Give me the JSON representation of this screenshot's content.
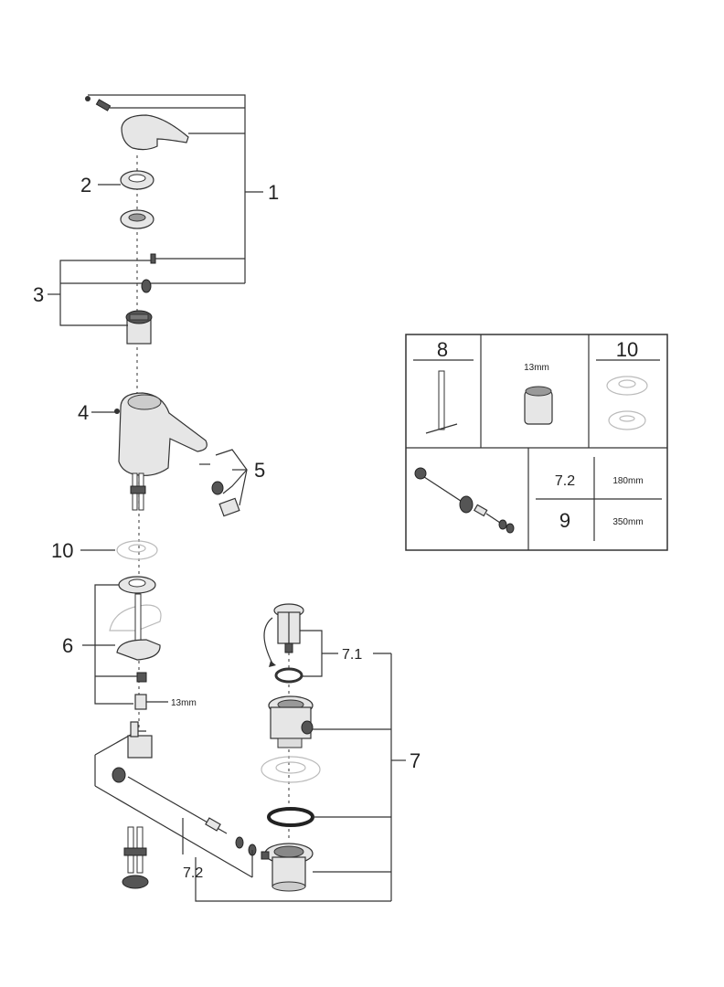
{
  "labels": {
    "l1": "1",
    "l2": "2",
    "l3": "3",
    "l4": "4",
    "l5": "5",
    "l6": "6",
    "l7": "7",
    "l71": "7.1",
    "l72": "7.2",
    "l10": "10",
    "nut13": "13mm"
  },
  "inset": {
    "c8": "8",
    "c13": "13mm",
    "c10": "10",
    "r72": "7.2",
    "r72_len": "180mm",
    "r9": "9",
    "r9_len": "350mm"
  }
}
